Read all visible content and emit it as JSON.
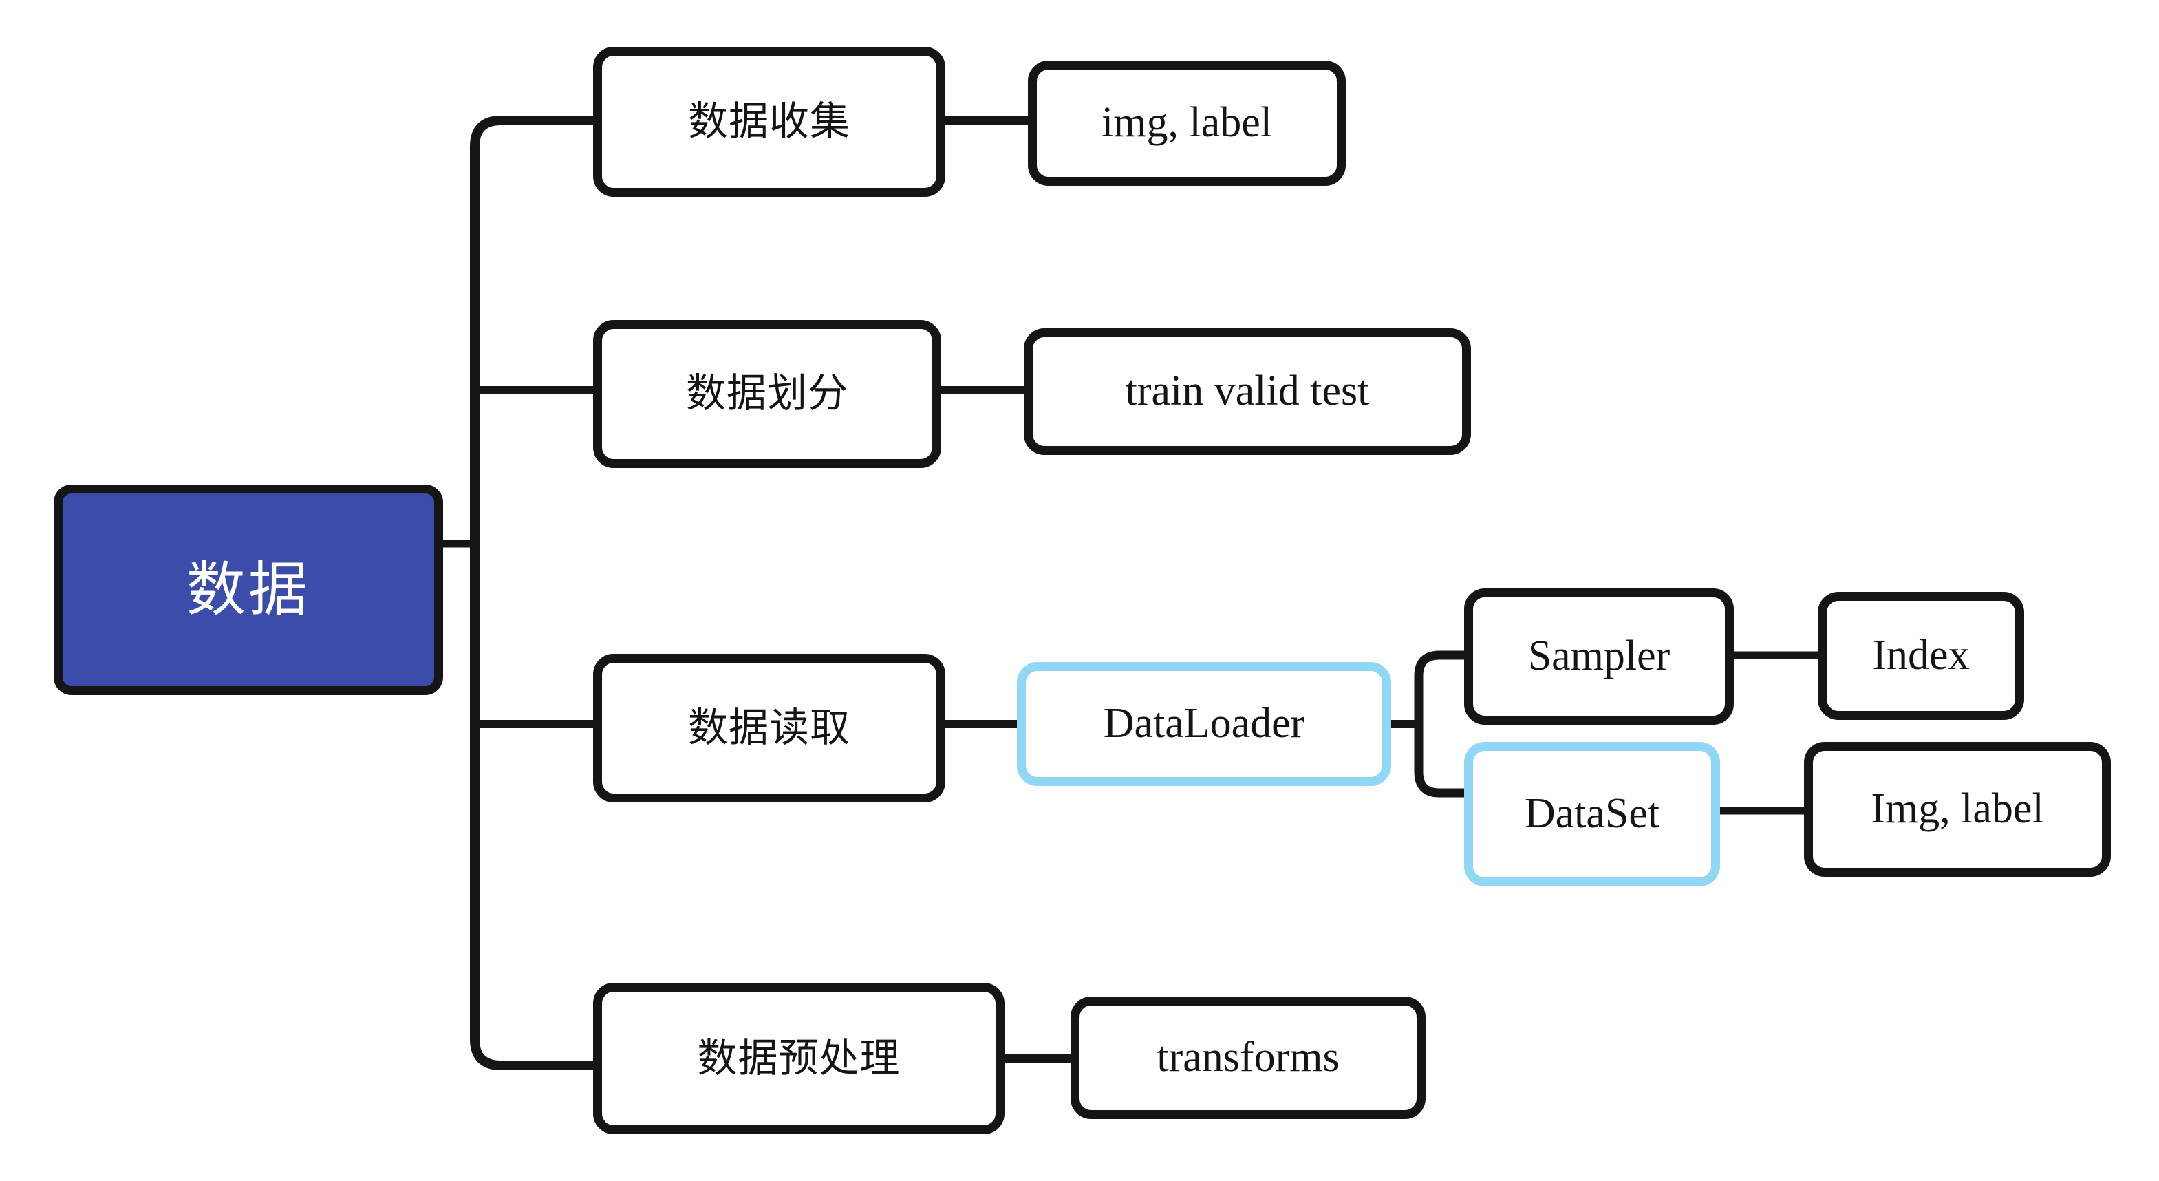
{
  "diagram": {
    "title": "数据",
    "type": "mind-map",
    "background_color": "#ffffff",
    "stroke_color": "#151515",
    "root_fill_color": "#3B4CAB",
    "root_text_color": "#ffffff",
    "highlight_border_color": "#8FD7F5"
  },
  "nodes": {
    "root": {
      "label": "数据"
    },
    "branch1": {
      "label": "数据收集"
    },
    "branch1_child": {
      "label": "img, label"
    },
    "branch2": {
      "label": "数据划分"
    },
    "branch2_child": {
      "label": "train valid test"
    },
    "branch3": {
      "label": "数据读取"
    },
    "branch3_child": {
      "label": "DataLoader"
    },
    "sampler": {
      "label": "Sampler"
    },
    "sampler_child": {
      "label": "Index"
    },
    "dataset": {
      "label": "DataSet"
    },
    "dataset_child": {
      "label": "Img, label"
    },
    "branch4": {
      "label": "数据预处理"
    },
    "branch4_child": {
      "label": "transforms"
    }
  }
}
